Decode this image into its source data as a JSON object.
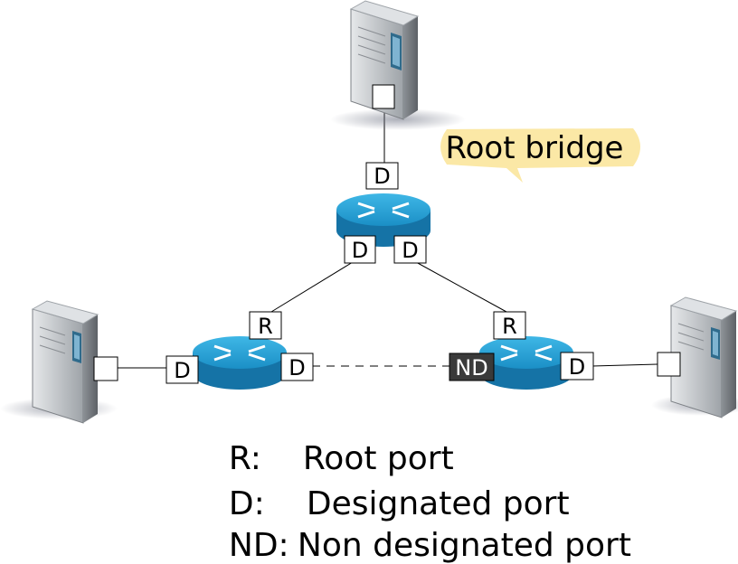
{
  "title": "",
  "root_bridge_label": "Root bridge",
  "ports": {
    "root_top": "D",
    "root_left": "D",
    "root_right": "D",
    "left_bridge_root": "R",
    "left_bridge_host": "D",
    "left_bridge_link": "D",
    "right_bridge_root": "R",
    "right_bridge_blocked": "ND",
    "right_bridge_host": "D"
  },
  "legend": [
    {
      "key": "R:",
      "text": "Root port"
    },
    {
      "key": "D:",
      "text": "Designated port"
    },
    {
      "key": "ND:",
      "text": "Non designated port"
    }
  ],
  "colors": {
    "bridge": "#1f9fd6",
    "bubble": "#fbe8a6",
    "blocked_port": "#3a3a3a",
    "server": "#c9ccd0"
  }
}
